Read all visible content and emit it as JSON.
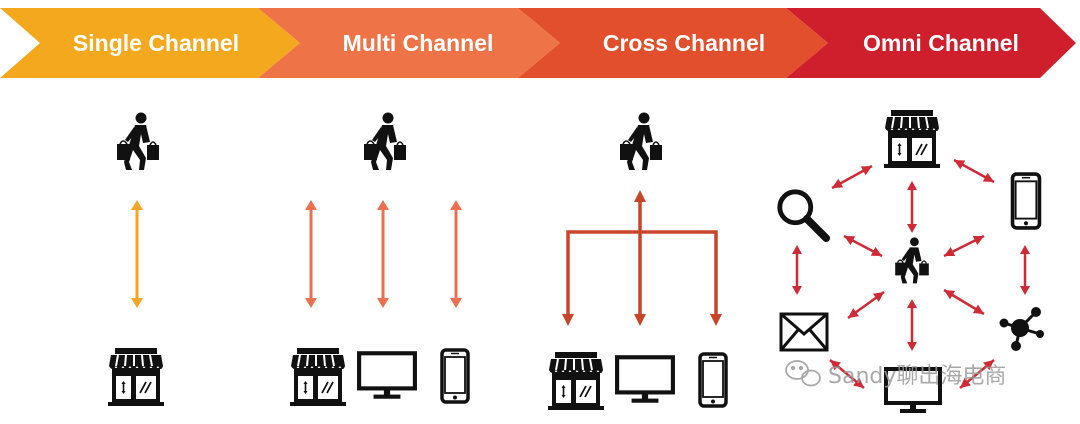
{
  "headers": [
    {
      "label": "Single Channel",
      "color": "#f4a81d"
    },
    {
      "label": "Multi Channel",
      "color": "#ee7448"
    },
    {
      "label": "Cross Channel",
      "color": "#e14f2c"
    },
    {
      "label": "Omni Channel",
      "color": "#d01f2c"
    }
  ],
  "arrow_colors": {
    "single": "#f2a626",
    "multi": "#ed6f4f",
    "cross": "#c8452a",
    "omni": "#cf2a36"
  },
  "icons": {
    "shopper": "shopper-icon",
    "store": "store-icon",
    "monitor": "monitor-icon",
    "phone": "phone-icon",
    "search": "search-icon",
    "mail": "mail-icon",
    "network": "network-icon"
  },
  "watermark": {
    "text": "Sandy聊出海电商",
    "icon": "wechat-icon"
  }
}
